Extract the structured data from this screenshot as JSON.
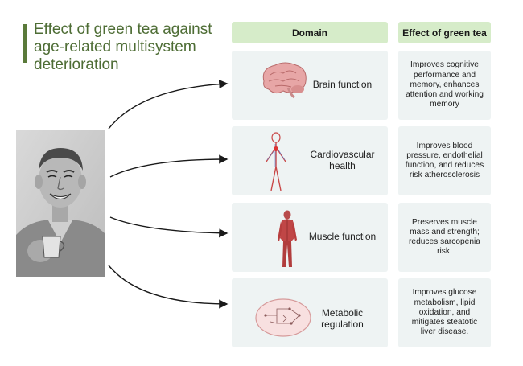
{
  "title": "Effect of green tea against age-related multisystem deterioration",
  "headers": {
    "domain": "Domain",
    "effect": "Effect of green tea"
  },
  "rows": [
    {
      "domain": "Brain function",
      "icon": "brain-icon",
      "effect": "Improves cognitive performance and memory, enhances attention and working memory"
    },
    {
      "domain": "Cardiovascular health",
      "icon": "cardiovascular-system-icon",
      "effect": "Improves blood pressure, endothelial function, and reduces risk atherosclerosis"
    },
    {
      "domain": "Muscle function",
      "icon": "muscular-system-icon",
      "effect": "Preserves muscle mass and strength; reduces sarcopenia risk."
    },
    {
      "domain": "Metabolic regulation",
      "icon": "metabolic-pathway-icon",
      "effect": "Improves glucose metabolism, lipid oxidation, and mitigates steatotic liver disease."
    }
  ],
  "colors": {
    "title": "#4e6d35",
    "header_bg": "#d6ecc9",
    "row_bg": "#eef3f3",
    "arrow": "#1a1a1a"
  }
}
